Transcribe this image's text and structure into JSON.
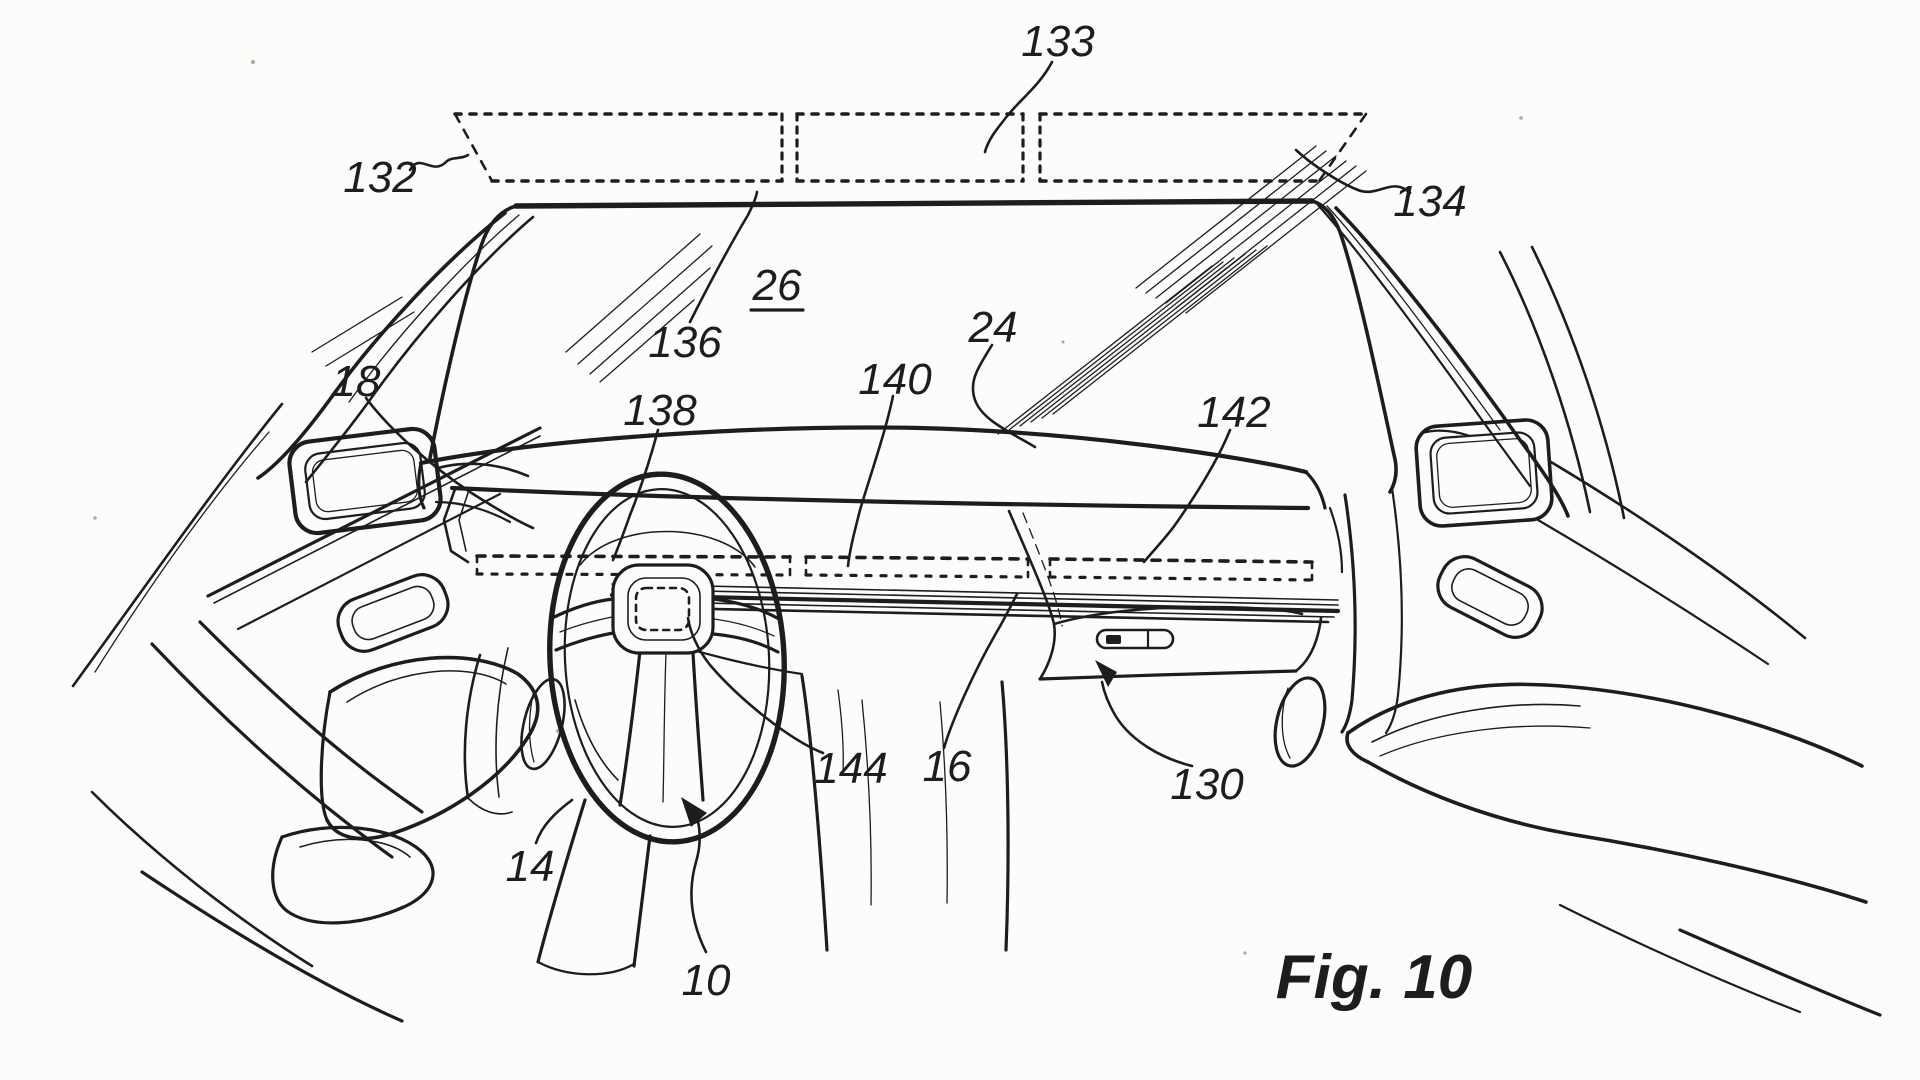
{
  "figure": {
    "caption": "Fig. 10",
    "labels": {
      "l132": "132",
      "l133": "133",
      "l134": "134",
      "l26": "26",
      "l136": "136",
      "l24": "24",
      "l18": "18",
      "l138": "138",
      "l140": "140",
      "l142": "142",
      "l144": "144",
      "l16": "16",
      "l130": "130",
      "l14": "14",
      "l10": "10"
    },
    "style": {
      "ink": "#1d1d1d",
      "background": "#fcfcfb"
    }
  }
}
